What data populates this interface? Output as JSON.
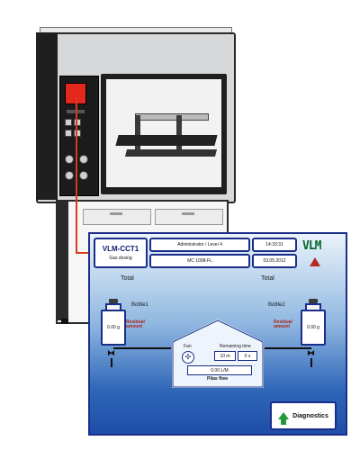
{
  "header": {
    "device_name": "VLM-CCT1",
    "mode": "Gas dosing",
    "user_level": "Administrator / Level 4",
    "time": "14:33:31",
    "method": "MC 1008-FL",
    "date": "03.05.2012",
    "logo": "VLM",
    "alarm_icon": "warning-triangle-icon"
  },
  "bottles": {
    "total_label": "Total",
    "bottle1": {
      "name": "Bottle1",
      "value": "0.00 g",
      "residual": "Residual amount"
    },
    "bottle2": {
      "name": "Bottle2",
      "value": "0.00 g",
      "residual": "Residual amount"
    }
  },
  "housing": {
    "fan_label": "Fan",
    "remaining_label": "Remaining time",
    "remaining_min": "10 m",
    "remaining_sec": "0 s",
    "flow_value": "0.00 L/M",
    "flow_label": "Pilas flow"
  },
  "actions": {
    "diagnostics_label": "Diagnostics"
  },
  "colors": {
    "accent": "#1a2e8a",
    "alarm": "#b42a1e",
    "logo": "#0a6a2e",
    "connector": "#d93a1c",
    "machine_display": "#e5281e"
  }
}
